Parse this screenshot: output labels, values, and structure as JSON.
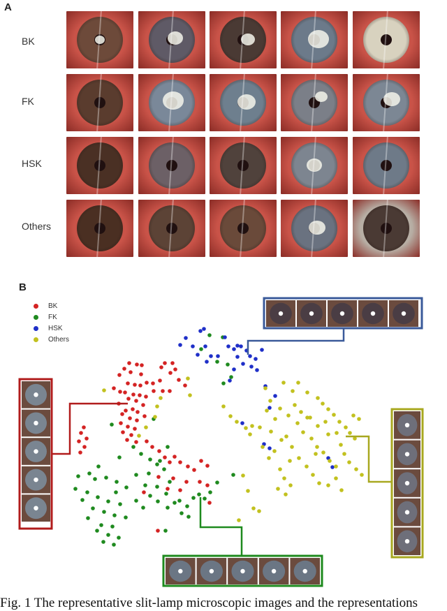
{
  "panel_a": {
    "letter": "A",
    "rows": [
      {
        "label": "BK"
      },
      {
        "label": "FK"
      },
      {
        "label": "HSK"
      },
      {
        "label": "Others"
      }
    ]
  },
  "panel_b": {
    "letter": "B",
    "legend": [
      {
        "label": "BK",
        "color": "#d42323"
      },
      {
        "label": "FK",
        "color": "#1f8a1f"
      },
      {
        "label": "HSK",
        "color": "#1f2fc8"
      },
      {
        "label": "Others",
        "color": "#c2c11f"
      }
    ],
    "box_colors": {
      "HSK": "#3a5a9a",
      "BK": "#b11c1c",
      "Others": "#a8a820",
      "FK": "#1e8a1e"
    }
  },
  "chart_data": {
    "type": "scatter",
    "title": "",
    "xlabel": "",
    "ylabel": "",
    "series": [
      {
        "name": "BK",
        "points": [
          [
            185,
            520
          ],
          [
            196,
            522
          ],
          [
            203,
            523
          ],
          [
            178,
            528
          ],
          [
            187,
            533
          ],
          [
            202,
            536
          ],
          [
            171,
            537
          ],
          [
            210,
            548
          ],
          [
            183,
            549
          ],
          [
            193,
            551
          ],
          [
            201,
            552
          ],
          [
            163,
            556
          ],
          [
            172,
            561
          ],
          [
            179,
            562
          ],
          [
            191,
            565
          ],
          [
            200,
            566
          ],
          [
            209,
            568
          ],
          [
            184,
            571
          ],
          [
            195,
            574
          ],
          [
            170,
            578
          ],
          [
            205,
            580
          ],
          [
            190,
            586
          ],
          [
            180,
            588
          ],
          [
            197,
            590
          ],
          [
            175,
            593
          ],
          [
            207,
            596
          ],
          [
            186,
            599
          ],
          [
            196,
            602
          ],
          [
            173,
            606
          ],
          [
            183,
            611
          ],
          [
            193,
            614
          ],
          [
            176,
            619
          ],
          [
            188,
            623
          ],
          [
            182,
            630
          ],
          [
            195,
            633
          ],
          [
            120,
            612
          ],
          [
            116,
            620
          ],
          [
            124,
            628
          ],
          [
            113,
            632
          ],
          [
            121,
            640
          ],
          [
            115,
            648
          ],
          [
            229,
            545
          ],
          [
            233,
            560
          ],
          [
            219,
            549
          ],
          [
            236,
            520
          ],
          [
            244,
            534
          ],
          [
            251,
            529
          ],
          [
            256,
            544
          ],
          [
            265,
            552
          ],
          [
            243,
            560
          ],
          [
            247,
            520
          ],
          [
            210,
            632
          ],
          [
            218,
            640
          ],
          [
            228,
            646
          ],
          [
            236,
            655
          ],
          [
            243,
            662
          ],
          [
            250,
            654
          ],
          [
            258,
            662
          ],
          [
            269,
            668
          ],
          [
            278,
            673
          ],
          [
            288,
            660
          ],
          [
            297,
            667
          ],
          [
            248,
            685
          ],
          [
            267,
            690
          ],
          [
            286,
            690
          ],
          [
            297,
            695
          ],
          [
            206,
            705
          ],
          [
            227,
            683
          ],
          [
            240,
            700
          ],
          [
            258,
            702
          ],
          [
            226,
            760
          ],
          [
            300,
            720
          ],
          [
            231,
            526
          ],
          [
            220,
            560
          ]
        ]
      },
      {
        "name": "FK",
        "points": [
          [
            300,
            480
          ],
          [
            319,
            483
          ],
          [
            288,
            500
          ],
          [
            311,
            518
          ],
          [
            326,
            522
          ],
          [
            331,
            540
          ],
          [
            320,
            549
          ],
          [
            141,
            668
          ],
          [
            128,
            678
          ],
          [
            112,
            682
          ],
          [
            136,
            686
          ],
          [
            152,
            684
          ],
          [
            167,
            690
          ],
          [
            108,
            700
          ],
          [
            125,
            705
          ],
          [
            140,
            712
          ],
          [
            155,
            718
          ],
          [
            172,
            722
          ],
          [
            118,
            716
          ],
          [
            133,
            728
          ],
          [
            149,
            733
          ],
          [
            164,
            738
          ],
          [
            180,
            741
          ],
          [
            126,
            742
          ],
          [
            145,
            752
          ],
          [
            161,
            754
          ],
          [
            139,
            760
          ],
          [
            155,
            766
          ],
          [
            170,
            770
          ],
          [
            148,
            776
          ],
          [
            163,
            780
          ],
          [
            202,
            650
          ],
          [
            215,
            658
          ],
          [
            225,
            665
          ],
          [
            235,
            672
          ],
          [
            243,
            690
          ],
          [
            213,
            678
          ],
          [
            225,
            697
          ],
          [
            238,
            707
          ],
          [
            208,
            695
          ],
          [
            215,
            710
          ],
          [
            226,
            718
          ],
          [
            240,
            727
          ],
          [
            257,
            717
          ],
          [
            268,
            725
          ],
          [
            277,
            713
          ],
          [
            285,
            708
          ],
          [
            293,
            714
          ],
          [
            301,
            705
          ],
          [
            270,
            740
          ],
          [
            260,
            735
          ],
          [
            250,
            720
          ],
          [
            191,
            640
          ],
          [
            166,
            705
          ],
          [
            181,
            698
          ],
          [
            195,
            717
          ],
          [
            205,
            727
          ],
          [
            237,
            760
          ],
          [
            311,
            691
          ],
          [
            334,
            680
          ],
          [
            240,
            640
          ],
          [
            229,
            660
          ],
          [
            220,
            600
          ],
          [
            160,
            608
          ],
          [
            171,
            655
          ],
          [
            195,
            680
          ]
        ]
      },
      {
        "name": "HSK",
        "points": [
          [
            287,
            474
          ],
          [
            292,
            471
          ],
          [
            266,
            484
          ],
          [
            258,
            494
          ],
          [
            276,
            496
          ],
          [
            294,
            496
          ],
          [
            283,
            508
          ],
          [
            302,
            510
          ],
          [
            312,
            510
          ],
          [
            296,
            518
          ],
          [
            322,
            483
          ],
          [
            327,
            496
          ],
          [
            335,
            500
          ],
          [
            345,
            496
          ],
          [
            353,
            502
          ],
          [
            340,
            511
          ],
          [
            358,
            510
          ],
          [
            348,
            521
          ],
          [
            335,
            529
          ],
          [
            360,
            525
          ],
          [
            366,
            514
          ],
          [
            375,
            501
          ],
          [
            368,
            530
          ],
          [
            329,
            545
          ],
          [
            380,
            553
          ],
          [
            394,
            567
          ],
          [
            386,
            584
          ],
          [
            347,
            606
          ],
          [
            378,
            636
          ],
          [
            386,
            642
          ],
          [
            470,
            656
          ],
          [
            476,
            669
          ],
          [
            340,
            495
          ]
        ]
      },
      {
        "name": "Others",
        "points": [
          [
            149,
            559
          ],
          [
            269,
            542
          ],
          [
            272,
            566
          ],
          [
            230,
            570
          ],
          [
            225,
            582
          ],
          [
            222,
            597
          ],
          [
            209,
            612
          ],
          [
            199,
            624
          ],
          [
            380,
            556
          ],
          [
            387,
            574
          ],
          [
            382,
            588
          ],
          [
            394,
            600
          ],
          [
            406,
            548
          ],
          [
            419,
            560
          ],
          [
            427,
            548
          ],
          [
            440,
            562
          ],
          [
            455,
            570
          ],
          [
            462,
            578
          ],
          [
            470,
            586
          ],
          [
            478,
            594
          ],
          [
            486,
            604
          ],
          [
            495,
            612
          ],
          [
            501,
            620
          ],
          [
            508,
            628
          ],
          [
            514,
            600
          ],
          [
            506,
            595
          ],
          [
            320,
            582
          ],
          [
            330,
            596
          ],
          [
            339,
            604
          ],
          [
            352,
            613
          ],
          [
            358,
            622
          ],
          [
            401,
            585
          ],
          [
            413,
            595
          ],
          [
            426,
            606
          ],
          [
            434,
            619
          ],
          [
            446,
            628
          ],
          [
            454,
            640
          ],
          [
            463,
            648
          ],
          [
            472,
            660
          ],
          [
            481,
            668
          ],
          [
            410,
            625
          ],
          [
            418,
            640
          ],
          [
            428,
            656
          ],
          [
            439,
            668
          ],
          [
            448,
            680
          ],
          [
            457,
            692
          ],
          [
            401,
            672
          ],
          [
            407,
            685
          ],
          [
            416,
            695
          ],
          [
            398,
            700
          ],
          [
            409,
            708
          ],
          [
            363,
            728
          ],
          [
            371,
            732
          ],
          [
            376,
            640
          ],
          [
            385,
            656
          ],
          [
            393,
            646
          ],
          [
            422,
            580
          ],
          [
            440,
            598
          ],
          [
            455,
            610
          ],
          [
            470,
            622
          ],
          [
            488,
            637
          ],
          [
            493,
            650
          ],
          [
            500,
            662
          ],
          [
            510,
            672
          ],
          [
            518,
            680
          ],
          [
            444,
            598
          ],
          [
            431,
            590
          ],
          [
            452,
            650
          ],
          [
            470,
            695
          ],
          [
            481,
            685
          ],
          [
            489,
            702
          ],
          [
            361,
            610
          ],
          [
            372,
            612
          ],
          [
            348,
            681
          ],
          [
            355,
            703
          ],
          [
            342,
            745
          ],
          [
            388,
            618
          ],
          [
            403,
            630
          ],
          [
            466,
            604
          ],
          [
            482,
            620
          ],
          [
            415,
            660
          ]
        ]
      }
    ]
  },
  "caption": "Fig. 1  The representative slit-lamp microscopic images and the representations"
}
